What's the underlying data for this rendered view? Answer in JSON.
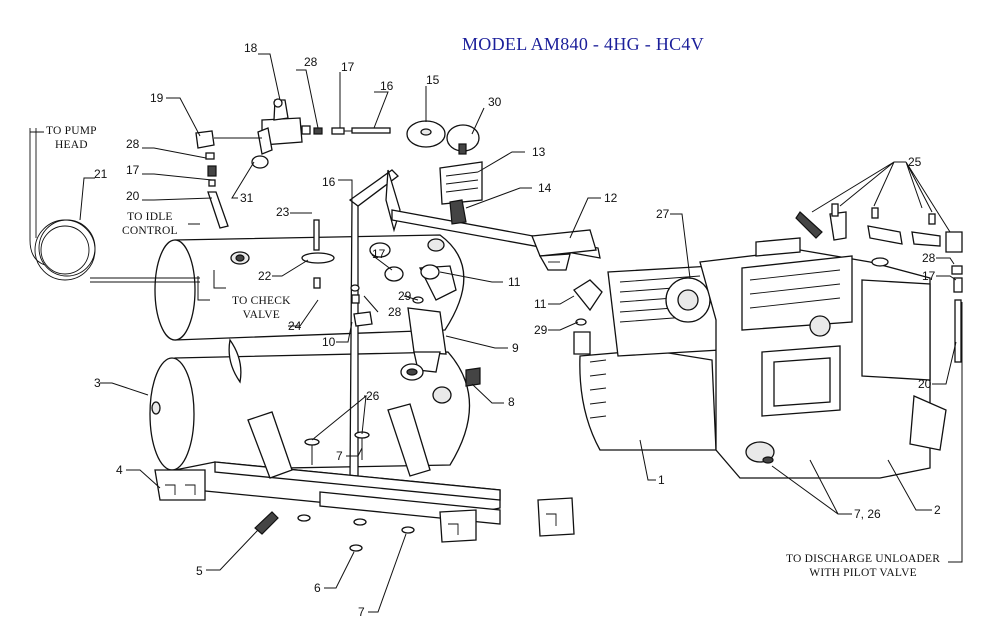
{
  "title": "MODEL AM840 - 4HG - HC4V",
  "notes": {
    "pump_head": "TO PUMP\nHEAD",
    "idle_control": "TO IDLE\nCONTROL",
    "check_valve": "TO CHECK\nVALVE",
    "discharge_unloader": "TO DISCHARGE UNLOADER\nWITH PILOT VALVE"
  },
  "callouts": [
    {
      "id": "c18",
      "label": "18"
    },
    {
      "id": "c28a",
      "label": "28"
    },
    {
      "id": "c17a",
      "label": "17"
    },
    {
      "id": "c16a",
      "label": "16"
    },
    {
      "id": "c15",
      "label": "15"
    },
    {
      "id": "c30",
      "label": "30"
    },
    {
      "id": "c19",
      "label": "19"
    },
    {
      "id": "c28b",
      "label": "28"
    },
    {
      "id": "c17b",
      "label": "17"
    },
    {
      "id": "c21",
      "label": "21"
    },
    {
      "id": "c20a",
      "label": "20"
    },
    {
      "id": "c31",
      "label": "31"
    },
    {
      "id": "c13",
      "label": "13"
    },
    {
      "id": "c14",
      "label": "14"
    },
    {
      "id": "c16b",
      "label": "16"
    },
    {
      "id": "c23",
      "label": "23"
    },
    {
      "id": "c22",
      "label": "22"
    },
    {
      "id": "c17c",
      "label": "17"
    },
    {
      "id": "c11a",
      "label": "11"
    },
    {
      "id": "c29a",
      "label": "29"
    },
    {
      "id": "c28c",
      "label": "28"
    },
    {
      "id": "c24",
      "label": "24"
    },
    {
      "id": "c10",
      "label": "10"
    },
    {
      "id": "c9",
      "label": "9"
    },
    {
      "id": "c3",
      "label": "3"
    },
    {
      "id": "c8",
      "label": "8"
    },
    {
      "id": "c26",
      "label": "26"
    },
    {
      "id": "c7a",
      "label": "7"
    },
    {
      "id": "c4",
      "label": "4"
    },
    {
      "id": "c5",
      "label": "5"
    },
    {
      "id": "c6",
      "label": "6"
    },
    {
      "id": "c7b",
      "label": "7"
    },
    {
      "id": "c12",
      "label": "12"
    },
    {
      "id": "c27",
      "label": "27"
    },
    {
      "id": "c11b",
      "label": "11"
    },
    {
      "id": "c29b",
      "label": "29"
    },
    {
      "id": "c1",
      "label": "1"
    },
    {
      "id": "c25",
      "label": "25"
    },
    {
      "id": "c28d",
      "label": "28"
    },
    {
      "id": "c17d",
      "label": "17"
    },
    {
      "id": "c20b",
      "label": "20"
    },
    {
      "id": "c726",
      "label": "7, 26"
    },
    {
      "id": "c2",
      "label": "2"
    }
  ]
}
